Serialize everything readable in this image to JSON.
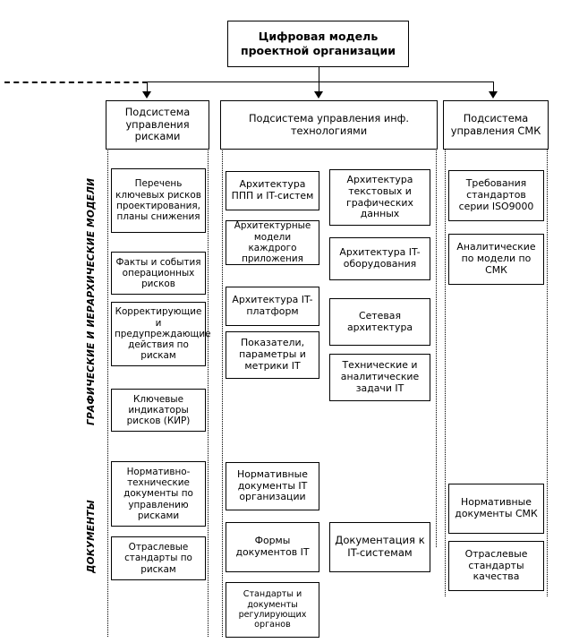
{
  "diagram": {
    "title_box": {
      "label": "Цифровая модель проектной организации"
    },
    "side_labels": {
      "models": "ГРАФИЧЕСКИЕ И ИЕРАРХИЧЕСКИЕ МОДЕЛИ",
      "documents": "ДОКУМЕНТЫ"
    },
    "subsystems": [
      {
        "id": "risk",
        "label": "Подсистема управления рисками"
      },
      {
        "id": "it",
        "label": "Подсистема управления инф. технологиями"
      },
      {
        "id": "qms",
        "label": "Подсистема управления СМК"
      }
    ],
    "risk_models": [
      {
        "label": "Перечень ключевых рисков проектирования, планы снижения"
      },
      {
        "label": "Факты и события операционных рисков"
      },
      {
        "label": "Корректирующие и предупреждающие действия по рискам"
      },
      {
        "label": "Ключевые индикаторы рисков (КИР)"
      }
    ],
    "risk_documents": [
      {
        "label": "Нормативно-технические документы по управлению рисками"
      },
      {
        "label": "Отраслевые стандарты по рискам"
      }
    ],
    "it_models_left": [
      {
        "label": "Архитектура ППП и IT-систем"
      },
      {
        "label": "Архитектурные модели каждрого приложения"
      },
      {
        "label": "Архитектура IT-платформ"
      },
      {
        "label": "Показатели, параметры и метрики IT"
      }
    ],
    "it_models_right": [
      {
        "label": "Архитектура текстовых и графических данных"
      },
      {
        "label": "Архитектура IT-оборудования"
      },
      {
        "label": "Сетевая архитектура"
      },
      {
        "label": "Технические и аналитические задачи IT"
      }
    ],
    "it_documents_left": [
      {
        "label": "Нормативные документы IT организации"
      },
      {
        "label": "Формы документов IT"
      },
      {
        "label": "Стандарты и документы регулирующих органов"
      }
    ],
    "it_documents_right": [
      {
        "label": "Документация к IT-системам"
      }
    ],
    "qms_models": [
      {
        "label": "Требования стандартов серии ISO9000"
      },
      {
        "label": "Аналитические по модели по СМК"
      }
    ],
    "qms_documents": [
      {
        "label": "Нормативные документы СМК"
      },
      {
        "label": "Отраслевые стандарты качества"
      }
    ],
    "colors": {
      "line": "#000000",
      "background": "#ffffff",
      "text": "#000000"
    }
  }
}
